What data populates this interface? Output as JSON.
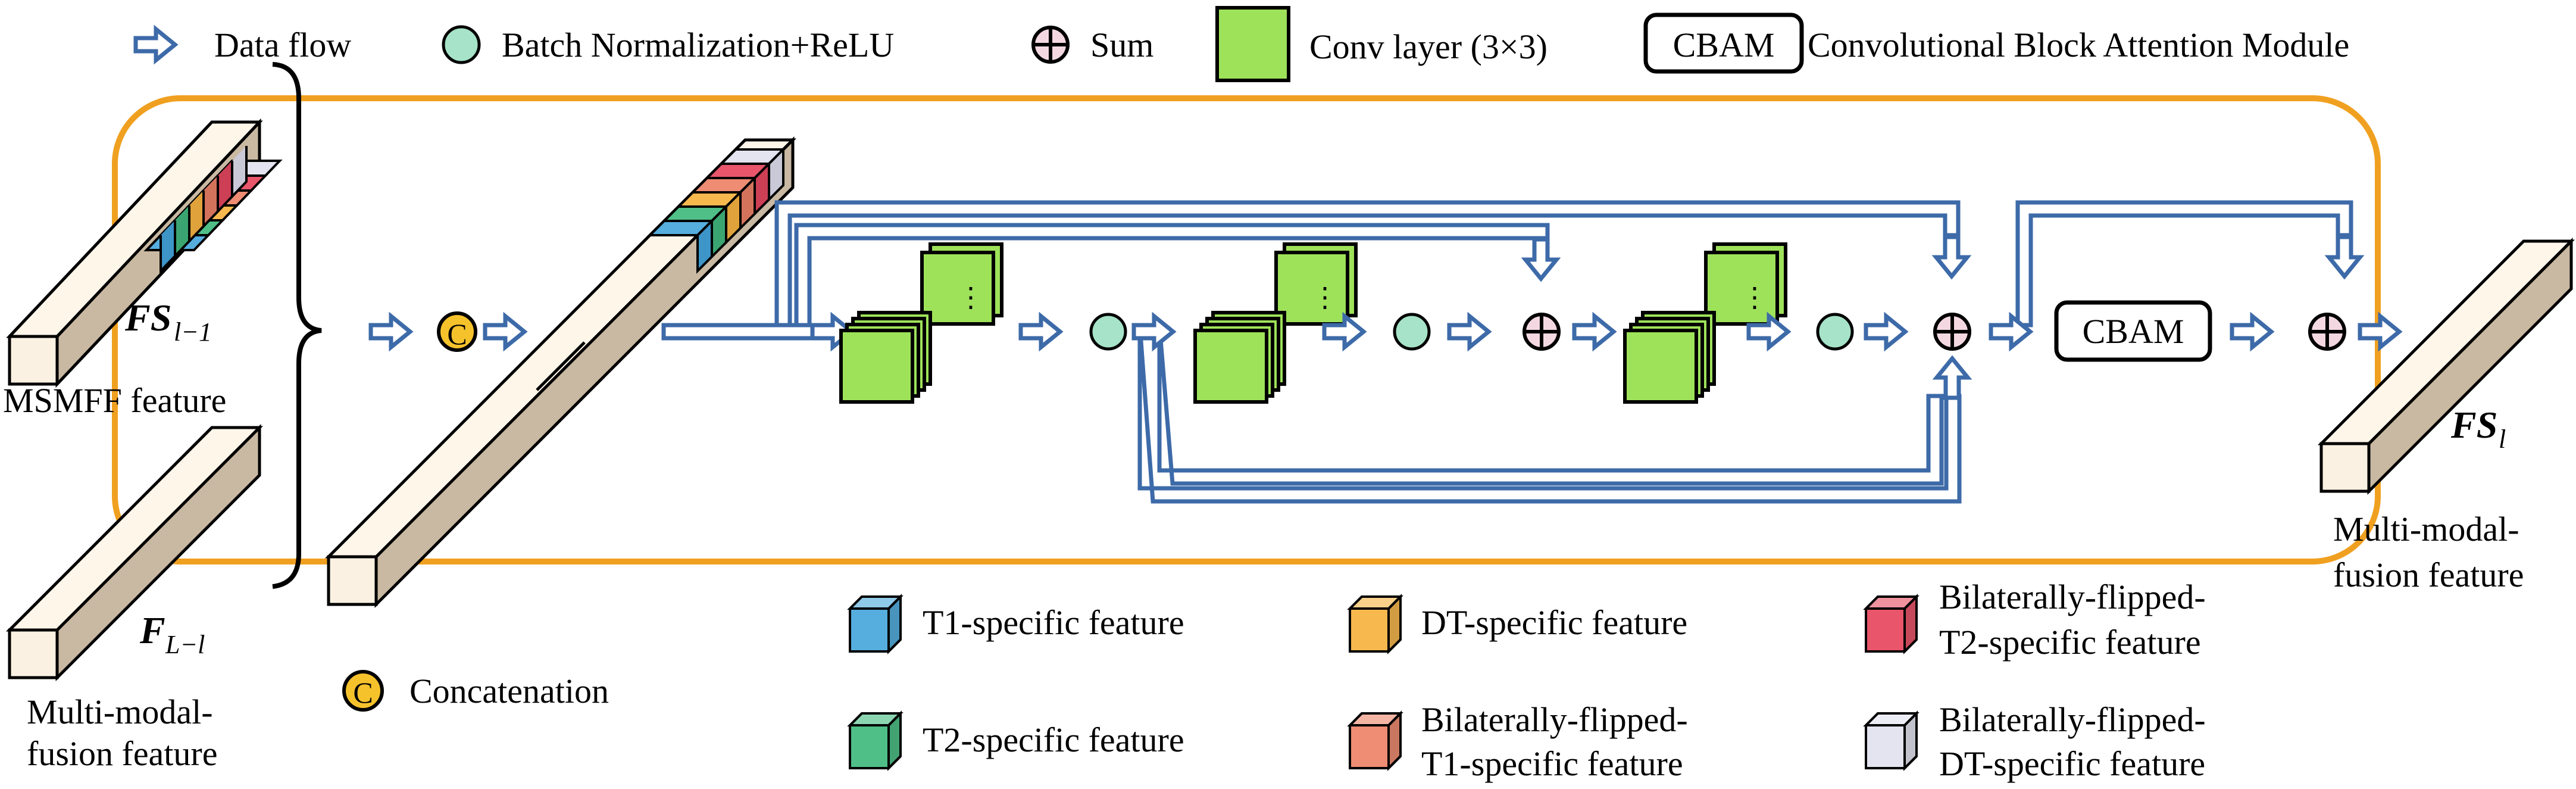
{
  "legend_top": {
    "data_flow": "Data flow",
    "bn_relu": "Batch Normalization+ReLU",
    "sum": "Sum",
    "conv": "Conv layer (3×3)",
    "cbam_box": "CBAM",
    "cbam_desc": "Convolutional Block Attention Module"
  },
  "inputs": {
    "fs_prev_main": "FS",
    "fs_prev_sub": "l−1",
    "msmff_label": "MSMFF feature",
    "f_main": "F",
    "f_sub": "L−l",
    "mm_label_1": "Multi-modal-",
    "mm_label_2": "fusion feature"
  },
  "block": {
    "concat_symbol": "C",
    "cbam_label": "CBAM",
    "dots": "⋮"
  },
  "output": {
    "fs_main": "FS",
    "fs_sub": "l",
    "label_1": "Multi-modal-",
    "label_2": "fusion feature"
  },
  "legend_bottom": {
    "concat_symbol": "C",
    "concatenation": "Concatenation",
    "t1": "T1-specific feature",
    "t2": "T2-specific feature",
    "dt": "DT-specific feature",
    "bft1_1": "Bilaterally-flipped-",
    "bft1_2": "T1-specific feature",
    "bft2_1": "Bilaterally-flipped-",
    "bft2_2": "T2-specific feature",
    "bfdt_1": "Bilaterally-flipped-",
    "bfdt_2": "DT-specific feature"
  },
  "colors": {
    "arrow": "#3d6aa8",
    "frame": "#f0a020",
    "conv": "#9ee25a",
    "bn": "#a6e3c8",
    "concat": "#f6c22c",
    "sum_fill": "#f3d8e2",
    "beam": "#fbf1e2",
    "t1": "#55aede",
    "t2": "#4fbf87",
    "dt": "#f7b94e",
    "bft1": "#ee8c74",
    "bft2": "#e9566b",
    "bfdt": "#e4e4f0"
  }
}
